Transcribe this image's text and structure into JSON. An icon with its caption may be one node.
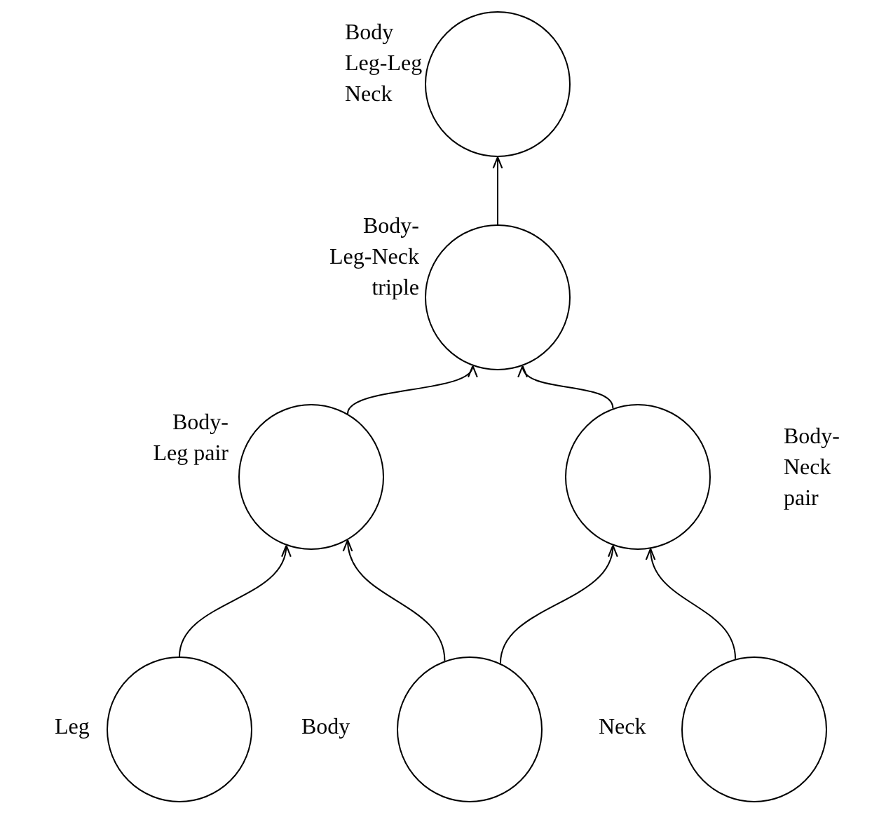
{
  "diagram": {
    "nodes": [
      {
        "text": [],
        "shape": "circle",
        "beside": [
          "Body Leg-Leg Neck"
        ]
      },
      {
        "text": [],
        "shape": "circle",
        "beside": [
          "Body- Leg-Neck triple"
        ]
      },
      {
        "text": [],
        "shape": "circle",
        "beside": [
          "Body- Leg pair"
        ]
      },
      {
        "text": [],
        "shape": "circle",
        "beside": [
          "Body- Neck pair"
        ]
      },
      {
        "text": [],
        "shape": "circle",
        "beside": [
          "Leg"
        ]
      },
      {
        "text": [],
        "shape": "circle",
        "beside": [
          "Body"
        ]
      },
      {
        "text": [],
        "shape": "circle",
        "beside": [
          "Neck"
        ]
      }
    ],
    "edges": [
      {
        "from": 1,
        "to": 0,
        "arrow": "to"
      },
      {
        "from": 2,
        "to": 1,
        "arrow": "to"
      },
      {
        "from": 3,
        "to": 1,
        "arrow": "to"
      },
      {
        "from": 4,
        "to": 2,
        "arrow": "to"
      },
      {
        "from": 5,
        "to": 2,
        "arrow": "to"
      },
      {
        "from": 5,
        "to": 3,
        "arrow": "to"
      },
      {
        "from": 6,
        "to": 3,
        "arrow": "to"
      }
    ]
  }
}
